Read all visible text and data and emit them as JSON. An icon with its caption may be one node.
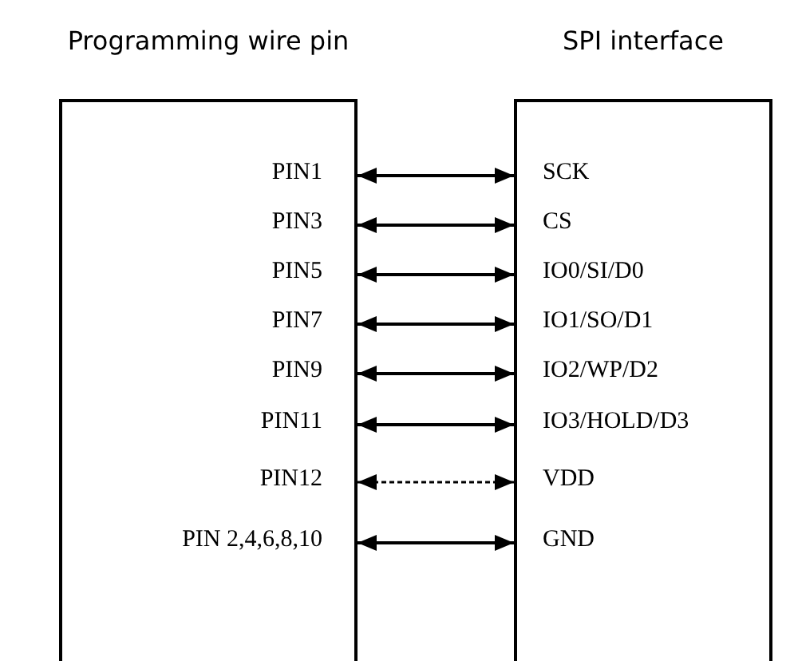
{
  "diagram": {
    "nodes": [
      {
        "text": [
          "Programming wire pin"
        ]
      },
      {
        "text": [
          "SPI interface"
        ]
      },
      {
        "text": [
          "PIN1"
        ],
        "in": 0
      },
      {
        "text": [
          "PIN3"
        ],
        "in": 0
      },
      {
        "text": [
          "PIN5"
        ],
        "in": 0
      },
      {
        "text": [
          "PIN7"
        ],
        "in": 0
      },
      {
        "text": [
          "PIN9"
        ],
        "in": 0
      },
      {
        "text": [
          "PIN11"
        ],
        "in": 0
      },
      {
        "text": [
          "PIN12"
        ],
        "in": 0
      },
      {
        "text": [
          "PIN 2,4,6,8,10"
        ],
        "in": 0
      },
      {
        "text": [
          "SCK"
        ],
        "in": 1
      },
      {
        "text": [
          "CS"
        ],
        "in": 1
      },
      {
        "text": [
          "IO0/SI/D0"
        ],
        "in": 1
      },
      {
        "text": [
          "IO1/SO/D1"
        ],
        "in": 1
      },
      {
        "text": [
          "IO2/WP/D2"
        ],
        "in": 1
      },
      {
        "text": [
          "IO3/HOLD/D3"
        ],
        "in": 1
      },
      {
        "text": [
          "VDD"
        ],
        "in": 1
      },
      {
        "text": [
          "GND"
        ],
        "in": 1
      }
    ],
    "edges": [
      {
        "from": 2,
        "to": 10,
        "arrow": "both"
      },
      {
        "from": 3,
        "to": 11,
        "arrow": "both"
      },
      {
        "from": 4,
        "to": 12,
        "arrow": "both"
      },
      {
        "from": 5,
        "to": 13,
        "arrow": "both"
      },
      {
        "from": 6,
        "to": 14,
        "arrow": "both"
      },
      {
        "from": 7,
        "to": 15,
        "arrow": "both"
      },
      {
        "from": 8,
        "to": 16,
        "arrow": "both",
        "style": "dashed"
      },
      {
        "from": 9,
        "to": 17,
        "arrow": "both"
      }
    ]
  }
}
